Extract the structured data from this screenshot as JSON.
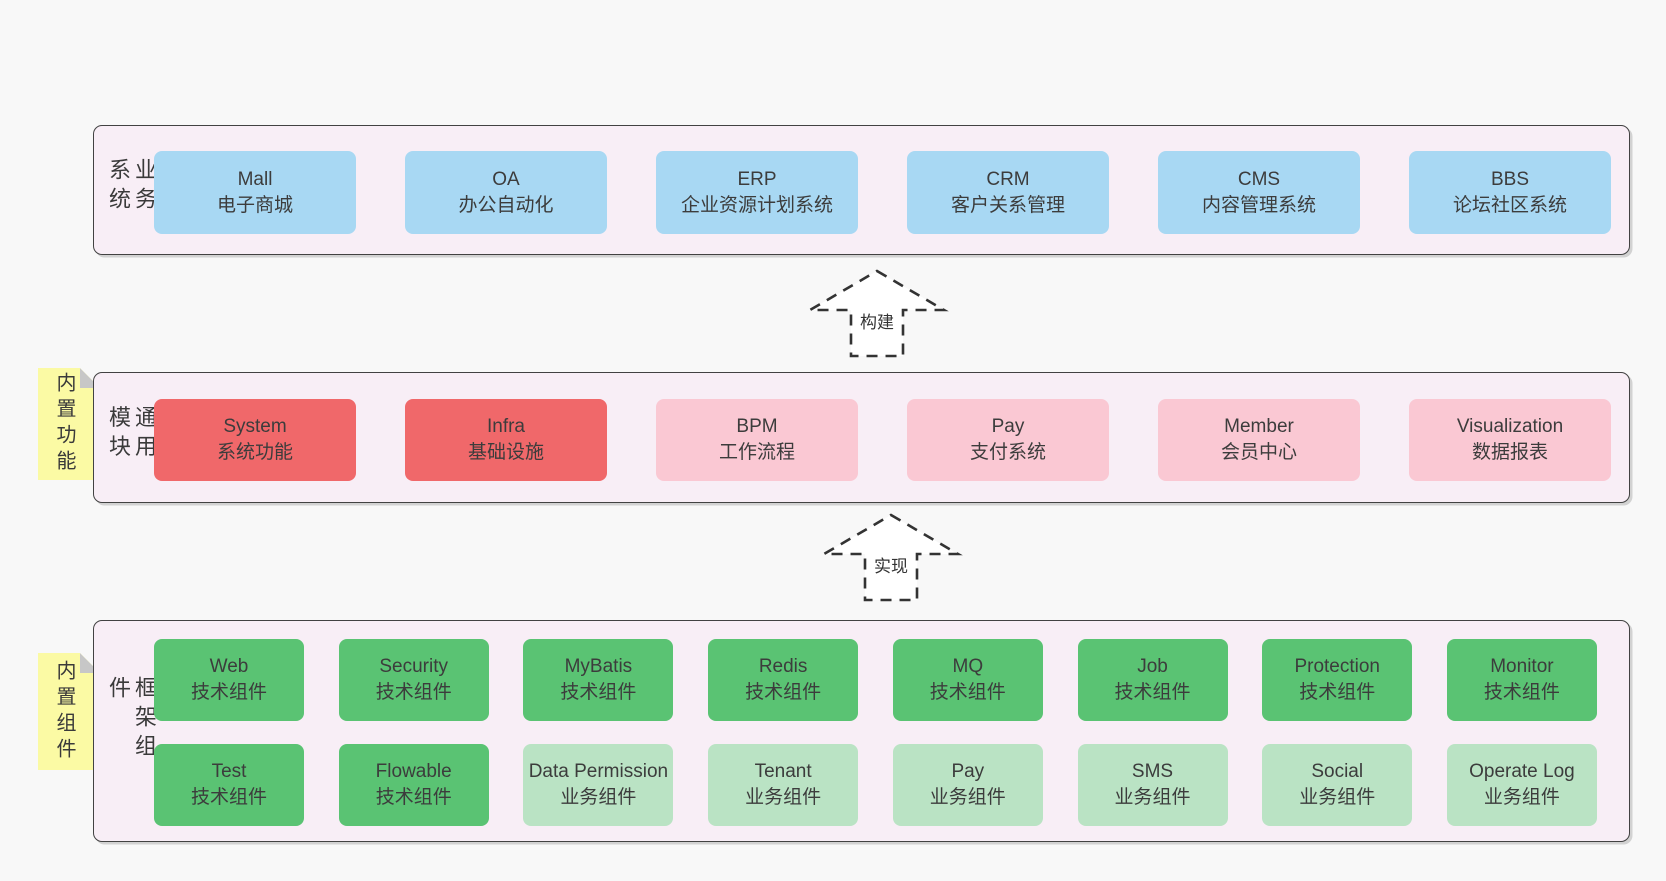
{
  "colors": {
    "page_bg": "#f8f8f8",
    "panel_bg": "#f8eef6",
    "border": "#424242",
    "text": "#3c3c3c",
    "blue": "#a8d8f3",
    "red": "#f0686a",
    "pink": "#fac8d3",
    "green": "#5ac373",
    "lightgreen": "#bae3c4",
    "sticky": "#fbfaa4"
  },
  "panels": [
    {
      "id": "business-systems",
      "side_label": "业务系统",
      "sticky_note": null,
      "rows": [
        [
          {
            "name": "Mall",
            "desc": "电子商城",
            "variant": "blue"
          },
          {
            "name": "OA",
            "desc": "办公自动化",
            "variant": "blue"
          },
          {
            "name": "ERP",
            "desc": "企业资源计划系统",
            "variant": "blue"
          },
          {
            "name": "CRM",
            "desc": "客户关系管理",
            "variant": "blue"
          },
          {
            "name": "CMS",
            "desc": "内容管理系统",
            "variant": "blue"
          },
          {
            "name": "BBS",
            "desc": "论坛社区系统",
            "variant": "blue"
          }
        ]
      ]
    },
    {
      "id": "common-modules",
      "side_label": "通用模块",
      "sticky_note": "内置功能",
      "rows": [
        [
          {
            "name": "System",
            "desc": "系统功能",
            "variant": "red"
          },
          {
            "name": "Infra",
            "desc": "基础设施",
            "variant": "red"
          },
          {
            "name": "BPM",
            "desc": "工作流程",
            "variant": "pink"
          },
          {
            "name": "Pay",
            "desc": "支付系统",
            "variant": "pink"
          },
          {
            "name": "Member",
            "desc": "会员中心",
            "variant": "pink"
          },
          {
            "name": "Visualization",
            "desc": "数据报表",
            "variant": "pink"
          }
        ]
      ]
    },
    {
      "id": "framework-components",
      "side_label": "框架组件",
      "sticky_note": "内置组件",
      "rows": [
        [
          {
            "name": "Web",
            "desc": "技术组件",
            "variant": "green"
          },
          {
            "name": "Security",
            "desc": "技术组件",
            "variant": "green"
          },
          {
            "name": "MyBatis",
            "desc": "技术组件",
            "variant": "green"
          },
          {
            "name": "Redis",
            "desc": "技术组件",
            "variant": "green"
          },
          {
            "name": "MQ",
            "desc": "技术组件",
            "variant": "green"
          },
          {
            "name": "Job",
            "desc": "技术组件",
            "variant": "green"
          },
          {
            "name": "Protection",
            "desc": "技术组件",
            "variant": "green"
          },
          {
            "name": "Monitor",
            "desc": "技术组件",
            "variant": "green"
          }
        ],
        [
          {
            "name": "Test",
            "desc": "技术组件",
            "variant": "green"
          },
          {
            "name": "Flowable",
            "desc": "技术组件",
            "variant": "green"
          },
          {
            "name": "Data Permission",
            "desc": "业务组件",
            "variant": "lightgreen"
          },
          {
            "name": "Tenant",
            "desc": "业务组件",
            "variant": "lightgreen"
          },
          {
            "name": "Pay",
            "desc": "业务组件",
            "variant": "lightgreen"
          },
          {
            "name": "SMS",
            "desc": "业务组件",
            "variant": "lightgreen"
          },
          {
            "name": "Social",
            "desc": "业务组件",
            "variant": "lightgreen"
          },
          {
            "name": "Operate Log",
            "desc": "业务组件",
            "variant": "lightgreen"
          }
        ]
      ]
    }
  ],
  "arrows": [
    {
      "label": "构建"
    },
    {
      "label": "实现"
    }
  ]
}
